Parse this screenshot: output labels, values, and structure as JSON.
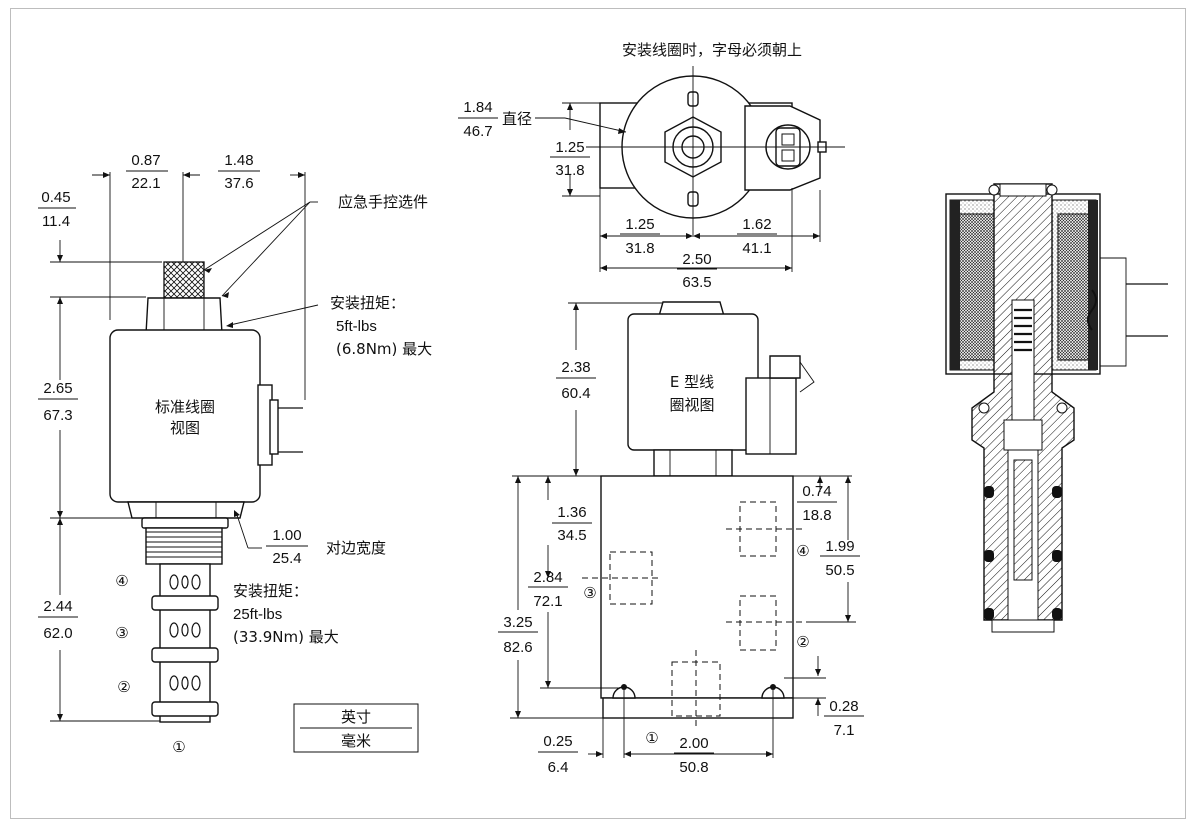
{
  "left_view": {
    "dim_087": {
      "in": "0.87",
      "mm": "22.1"
    },
    "dim_148": {
      "in": "1.48",
      "mm": "37.6"
    },
    "dim_045": {
      "in": "0.45",
      "mm": "11.4"
    },
    "manual_override_label": "应急手控选件",
    "torque_coil_label": "安装扭矩：",
    "torque_coil_ftlbs": "5ft-lbs",
    "torque_coil_nm": "(6.8Nm) 最大",
    "coil_label_1": "标准线圈",
    "coil_label_2": "视图",
    "dim_265": {
      "in": "2.65",
      "mm": "67.3"
    },
    "dim_100": {
      "in": "1.00",
      "mm": "25.4"
    },
    "across_flats_label": "对边宽度",
    "torque_valve_label": "安装扭矩：",
    "torque_valve_ftlbs": "25ft-lbs",
    "torque_valve_nm": "(33.9Nm) 最大",
    "dim_244": {
      "in": "2.44",
      "mm": "62.0"
    },
    "port_1": "①",
    "port_2": "②",
    "port_3": "③",
    "port_4": "④"
  },
  "legend": {
    "top": "英寸",
    "bottom": "毫米"
  },
  "top_view": {
    "note": "安装线圈时，字母必须朝上",
    "dia_label": "直径",
    "dim_184": {
      "in": "1.84",
      "mm": "46.7"
    },
    "dim_125v": {
      "in": "1.25",
      "mm": "31.8"
    },
    "dim_125h": {
      "in": "1.25",
      "mm": "31.8"
    },
    "dim_162": {
      "in": "1.62",
      "mm": "41.1"
    },
    "dim_250": {
      "in": "2.50",
      "mm": "63.5"
    }
  },
  "front_view": {
    "coil_label_1": "E 型线",
    "coil_label_2": "圈视图",
    "dim_238": {
      "in": "2.38",
      "mm": "60.4"
    },
    "dim_136": {
      "in": "1.36",
      "mm": "34.5"
    },
    "dim_284": {
      "in": "2.84",
      "mm": "72.1"
    },
    "dim_325": {
      "in": "3.25",
      "mm": "82.6"
    },
    "dim_074": {
      "in": "0.74",
      "mm": "18.8"
    },
    "dim_199": {
      "in": "1.99",
      "mm": "50.5"
    },
    "dim_028": {
      "in": "0.28",
      "mm": "7.1"
    },
    "dim_025": {
      "in": "0.25",
      "mm": "6.4"
    },
    "dim_200": {
      "in": "2.00",
      "mm": "50.8"
    },
    "port_1": "①",
    "port_2": "②",
    "port_3": "③",
    "port_4": "④"
  }
}
